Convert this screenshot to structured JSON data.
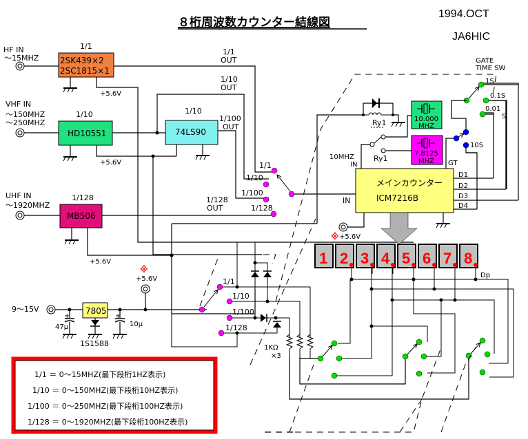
{
  "title": "８桁周波数カウンター結線図",
  "date": "1994.OCT",
  "author": "JA6HIC",
  "colors": {
    "prescaler_hf": "#f08040",
    "prescaler_vhf": "#20e080",
    "divider": "#80f0f0",
    "prescaler_uhf": "#e0107a",
    "crystal_10": "#20e080",
    "crystal_7": "#ff00ff",
    "counter": "#ffff80",
    "regulator": "#ffff80",
    "switch_range": "#ff00ff",
    "switch_gate": "#00e000",
    "switch_gate_blue": "#0000ff",
    "switch_dp": "#00e000",
    "digit_bg": "#c0c0c0",
    "digit_fg": "#ff0000",
    "legend_border": "#ff0000"
  },
  "inputs": {
    "hf": {
      "label": "HF IN",
      "range": "～15MHZ"
    },
    "vhf": {
      "label": "VHF IN",
      "range1": "～150MHZ",
      "range2": "～250MHZ"
    },
    "uhf": {
      "label": "UHF IN",
      "range": "～1920MHZ"
    },
    "power": {
      "label": "9～15V"
    }
  },
  "blocks": {
    "hf_amp": {
      "ratio": "1/1",
      "line1": "2SK439×2",
      "line2": "2SC1815×1",
      "supply": "+5.6V"
    },
    "vhf_pre": {
      "ratio": "1/10",
      "name": "HD10551",
      "supply": "+5.6V"
    },
    "divider": {
      "ratio": "1/10",
      "name": "74LS90"
    },
    "uhf_pre": {
      "ratio": "1/128",
      "name": "MB506",
      "supply": "+5.6V"
    },
    "regulator": {
      "name": "7805",
      "diode": "1S1588",
      "cap_in": "47μ",
      "cap_out": "10μ",
      "cap_plus": "+"
    },
    "counter": {
      "line1": "メインカウンター",
      "line2": "ICM7216B",
      "pin_in": "IN",
      "pin_10mhz": "10MHZ",
      "pin_10mhz_in": "IN",
      "pin_gt": "GT",
      "pins_d": [
        "D1",
        "D2",
        "D3",
        "D4"
      ]
    },
    "xtal1": {
      "freq": "10.000",
      "unit": "MHZ"
    },
    "xtal2": {
      "freq": "7.8125",
      "unit": "MHZ"
    },
    "relay": {
      "label": "Ry1"
    }
  },
  "outputs": {
    "out_1_1": {
      "ratio": "1/1",
      "out": "OUT"
    },
    "out_1_10": {
      "ratio": "1/10",
      "out": "OUT"
    },
    "out_1_100": {
      "ratio": "1/100",
      "out": "OUT"
    },
    "out_1_128": {
      "ratio": "1/128",
      "out": "OUT"
    }
  },
  "range_switch": [
    "1/1",
    "1/10",
    "1/100",
    "1/128"
  ],
  "range_switch2": [
    "1/1",
    "1/10",
    "1/100",
    "1/128"
  ],
  "gate_switch": {
    "title1": "GATE",
    "title2": "TIME SW",
    "positions": [
      "1S",
      "0.1S",
      "0.01",
      "S",
      "10S"
    ]
  },
  "supply_labels": {
    "mark": "※",
    "v56": "+5.6V"
  },
  "resistors": {
    "value": "1KΩ",
    "count": "×3"
  },
  "display": {
    "digits": [
      "1",
      "2",
      "3",
      "4",
      "5",
      "6",
      "7",
      "8"
    ],
    "dp_label": "Dp"
  },
  "legend": [
    "1/1 ＝ 0～15MHZ(最下段桁1HZ表示)",
    "1/10 ＝  0～150MHZ(最下段桁10HZ表示)",
    "1/100 ＝  0～250MHZ(最下段桁100HZ表示)",
    "1/128 ＝  0～1920MHZ(最下段桁100HZ表示)"
  ]
}
